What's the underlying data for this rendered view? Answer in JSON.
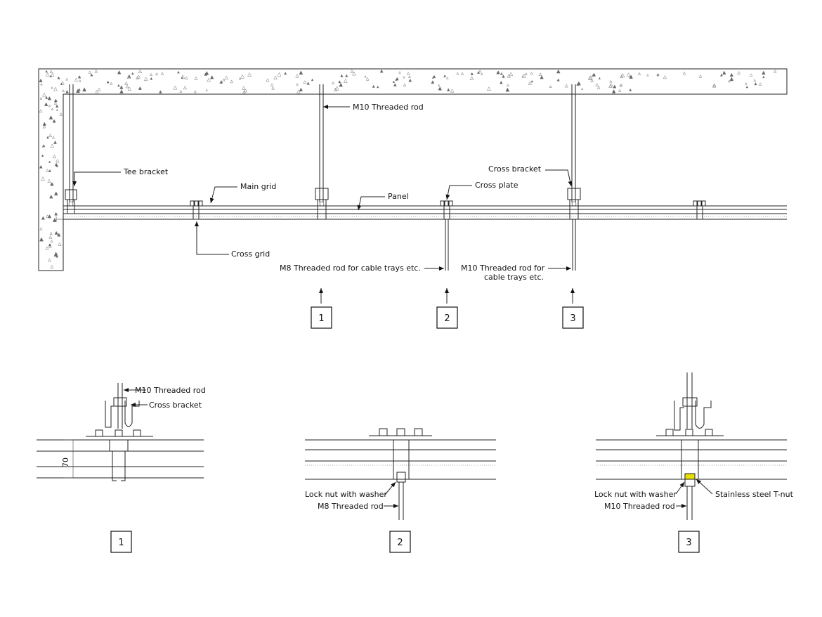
{
  "main_section": {
    "labels": {
      "rod_top": "M10 Threaded rod",
      "tee_bracket": "Tee bracket",
      "main_grid": "Main grid",
      "panel": "Panel",
      "cross_plate": "Cross plate",
      "cross_bracket": "Cross bracket",
      "cross_grid": "Cross grid",
      "m8_rod": "M8 Threaded rod for cable trays etc.",
      "m10_rod_line1": "M10 Threaded rod for",
      "m10_rod_line2": "cable trays etc."
    },
    "markers": [
      "1",
      "2",
      "3"
    ]
  },
  "details": [
    {
      "number": "1",
      "labels": {
        "rod": "M10 Threaded rod",
        "bracket": "Cross bracket",
        "dimension": "70"
      }
    },
    {
      "number": "2",
      "labels": {
        "lock_nut": "Lock nut with washer",
        "rod": "M8 Threaded rod"
      }
    },
    {
      "number": "3",
      "labels": {
        "lock_nut": "Lock nut with washer",
        "rod": "M10 Threaded rod",
        "t_nut": "Stainless steel T-nut"
      },
      "highlight_color": "#e8e000"
    }
  ]
}
